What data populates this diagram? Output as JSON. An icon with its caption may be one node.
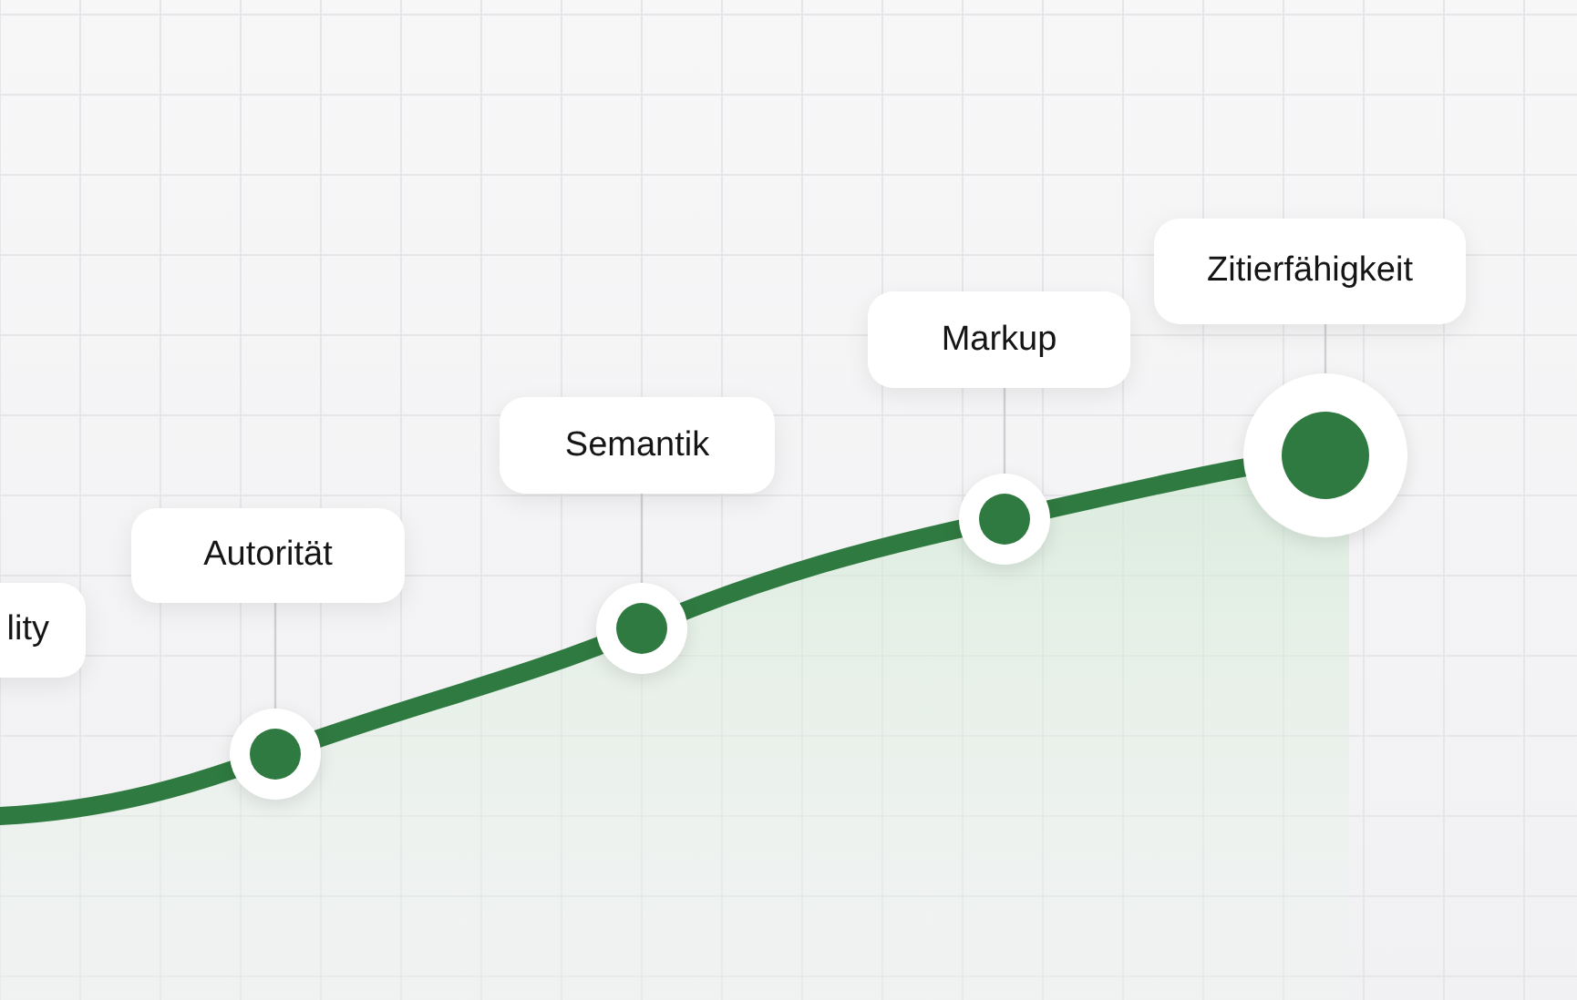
{
  "diagram": {
    "nodes": [
      {
        "text": [
          "lity"
        ]
      },
      {
        "text": [
          "Autorität"
        ]
      },
      {
        "text": [
          "Semantik"
        ]
      },
      {
        "text": [
          "Markup"
        ]
      },
      {
        "text": [
          "Zitierfähigkeit"
        ]
      },
      {
        "text": [],
        "shape": "circle"
      },
      {
        "text": [],
        "shape": "circle"
      },
      {
        "text": [],
        "shape": "circle"
      },
      {
        "text": [],
        "shape": "circle"
      }
    ],
    "edges": [
      {
        "from": 1,
        "to": 5,
        "arrow": "none"
      },
      {
        "from": 2,
        "to": 6,
        "arrow": "none"
      },
      {
        "from": 3,
        "to": 7,
        "arrow": "none"
      },
      {
        "from": 4,
        "to": 8,
        "arrow": "none"
      }
    ]
  }
}
